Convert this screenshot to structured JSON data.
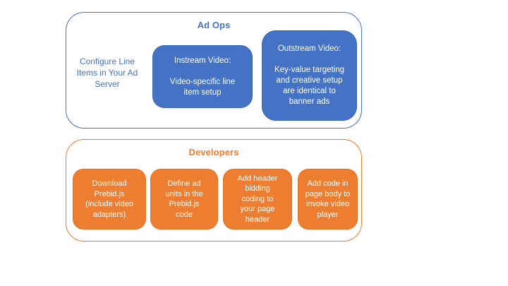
{
  "colors": {
    "background": "#ffffff",
    "blue_fill": "#4472C4",
    "blue_border": "#3765B0",
    "blue_text": "#4472C4",
    "orange_fill": "#ED7D31",
    "orange_border": "#DF7125",
    "orange_text": "#ED7D31",
    "box_text": "#ffffff"
  },
  "ad_ops": {
    "title": "Ad Ops",
    "side_label": "Configure Line\nItems in Your Ad\nServer",
    "boxes": [
      {
        "text": "Instream Video:\n\nVideo-specific line\nitem setup"
      },
      {
        "text": "Outstream Video:\n\nKey-value targeting\nand creative setup\nare identical to\nbanner ads"
      }
    ]
  },
  "developers": {
    "title": "Developers",
    "boxes": [
      {
        "text": "Download\nPrebid.js\n(include video\nadapters)"
      },
      {
        "text": "Define ad\nunits in the\nPrebid.js\ncode"
      },
      {
        "text": "Add header\nbidding\ncoding to\nyour page\nheader"
      },
      {
        "text": "Add code in\npage body to\ninvoke video\nplayer"
      }
    ]
  }
}
